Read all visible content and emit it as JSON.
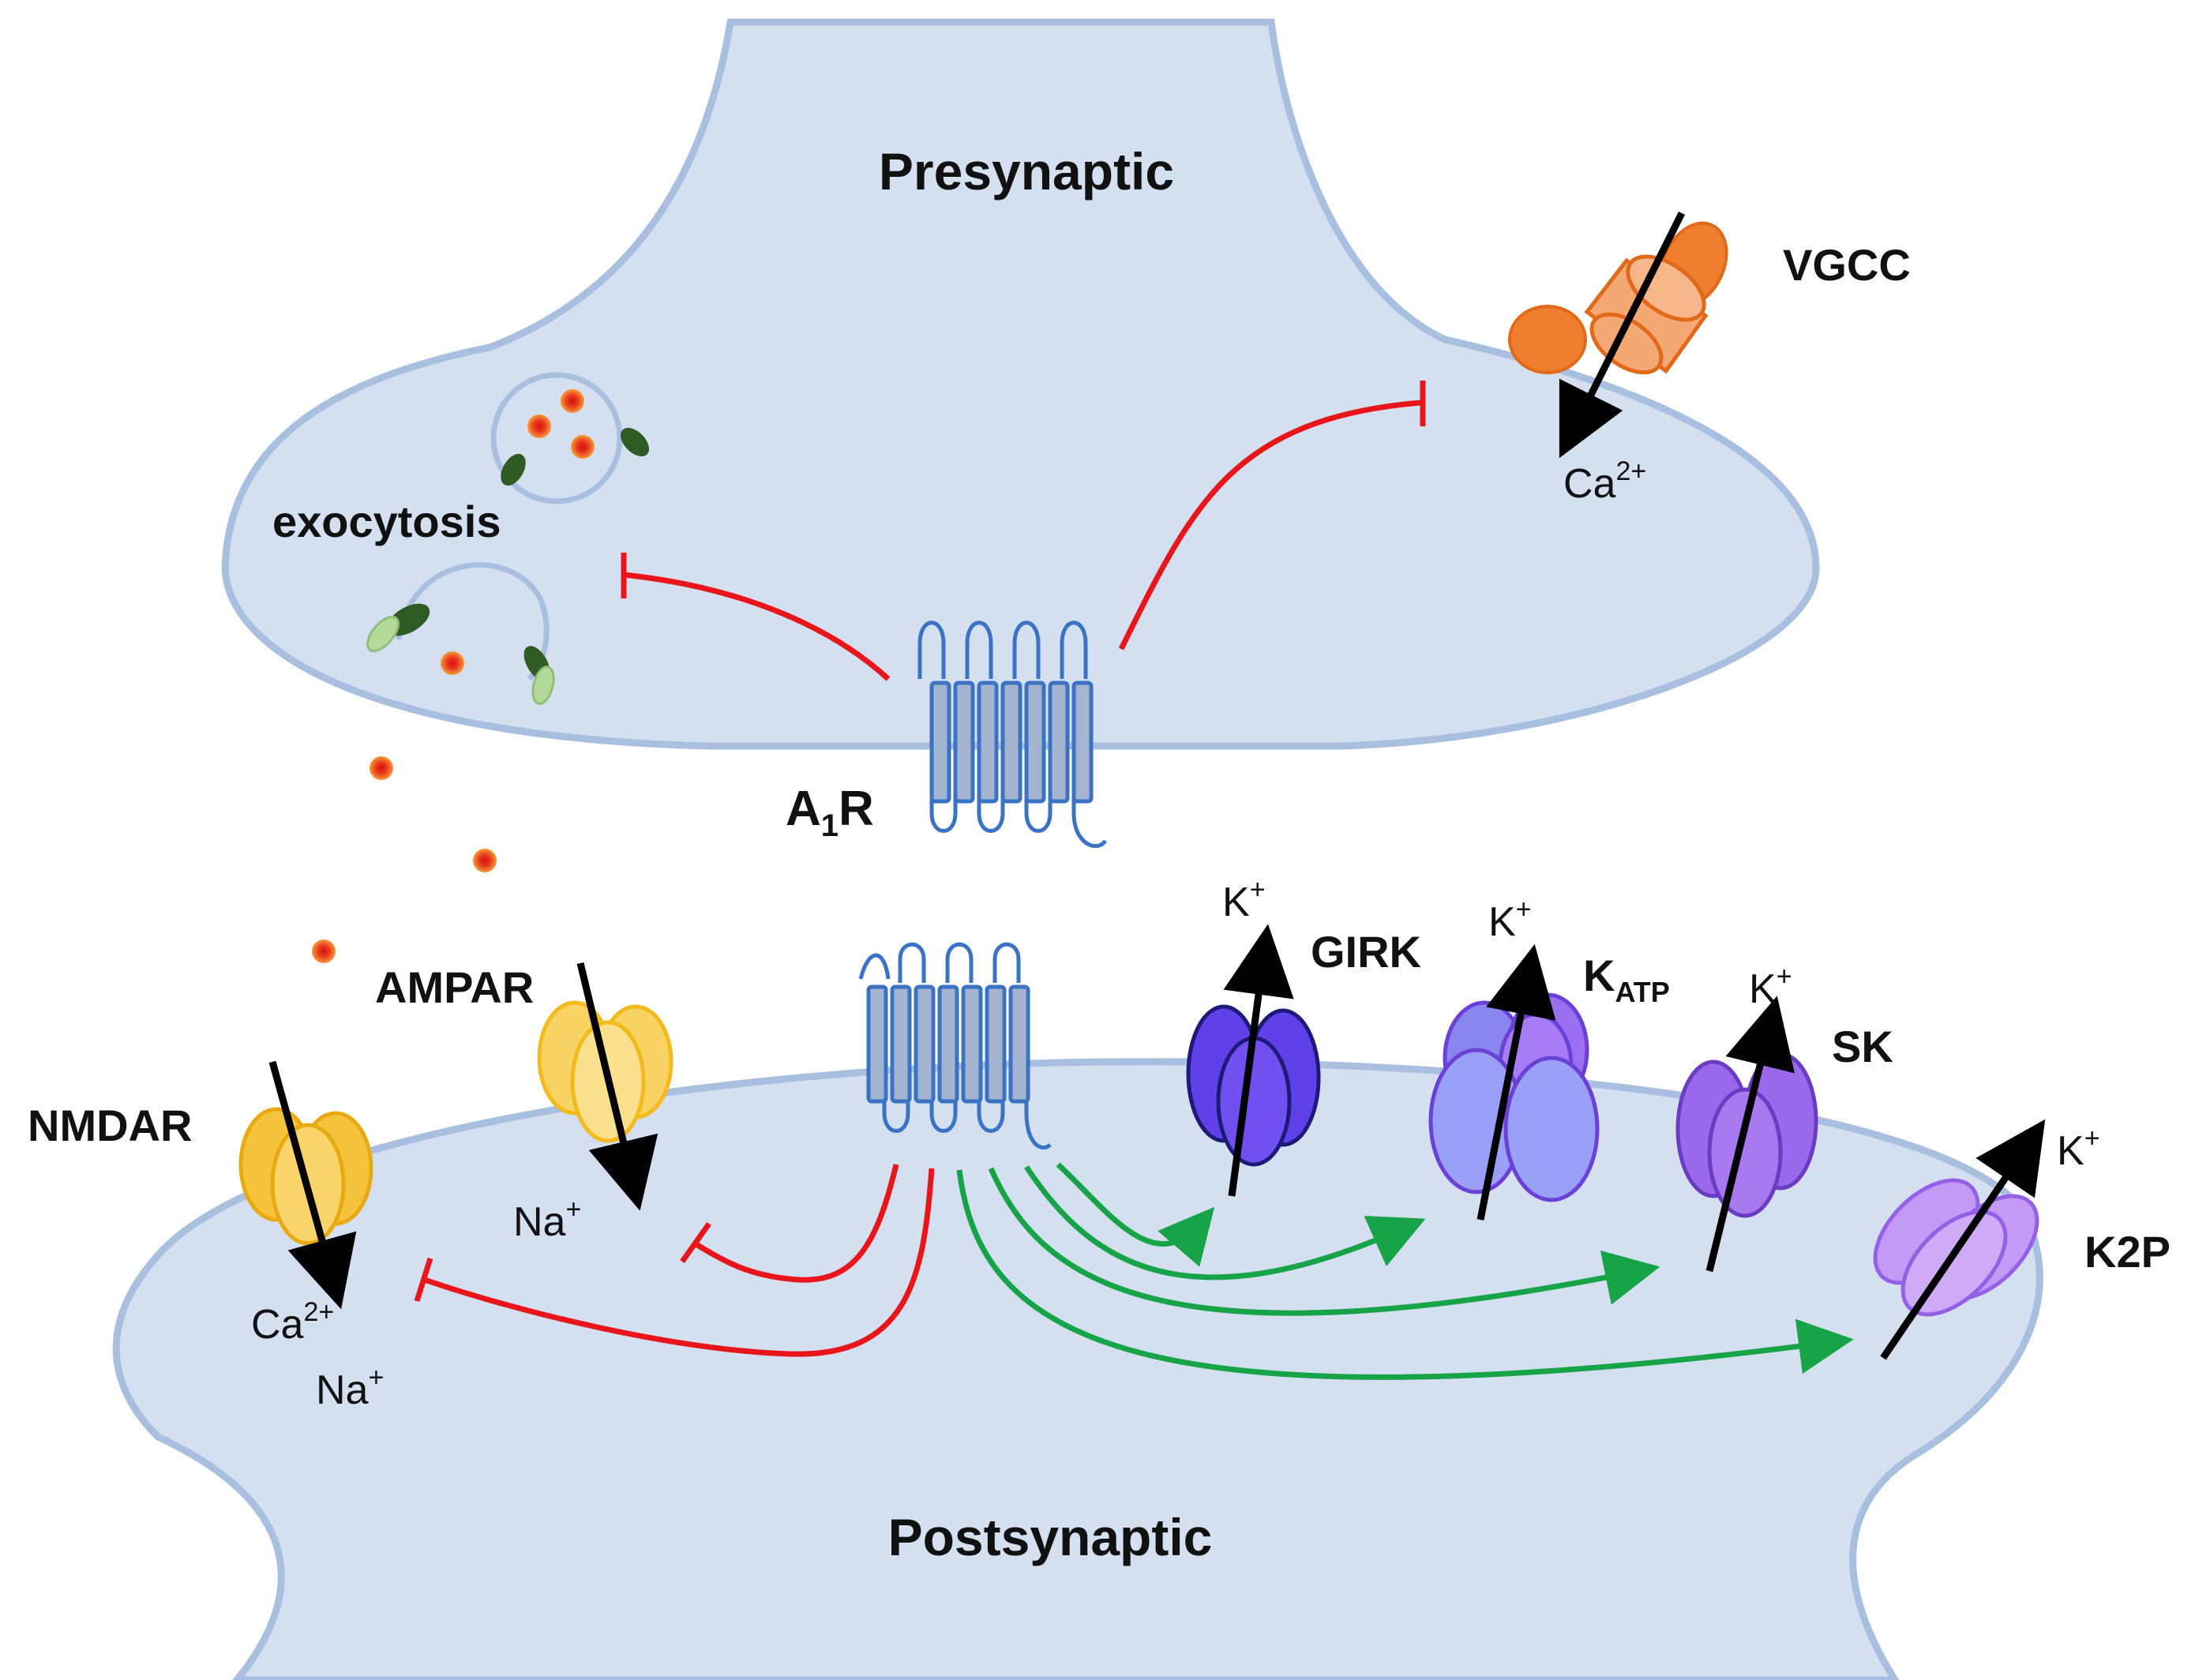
{
  "compartments": {
    "presynaptic": "Presynaptic",
    "postsynaptic": "Postsynaptic"
  },
  "labels": {
    "exocytosis": "exocytosis",
    "vgcc": "VGCC",
    "vgcc_ion": "Ca",
    "vgcc_ion_sup": "2+",
    "a1r_main": "A",
    "a1r_sub": "1",
    "a1r_suffix": "R",
    "nmdar": "NMDAR",
    "nmdar_ion1": "Ca",
    "nmdar_ion1_sup": "2+",
    "nmdar_ion2": "Na",
    "nmdar_ion2_sup": "+",
    "ampar": "AMPAR",
    "ampar_ion": "Na",
    "ampar_ion_sup": "+",
    "girk": "GIRK",
    "girk_ion": "K",
    "girk_ion_sup": "+",
    "katp_main": "K",
    "katp_sub": "ATP",
    "katp_ion": "K",
    "katp_ion_sup": "+",
    "sk": "SK",
    "sk_ion": "K",
    "sk_ion_sup": "+",
    "k2p": "K2P",
    "k2p_ion": "K",
    "k2p_ion_sup": "+"
  },
  "colors": {
    "membrane_fill": "#d4dff0",
    "membrane_stroke": "#a9bfe0",
    "inhibition": "#e8161b",
    "activation": "#17a449",
    "receptor": "#3a73c4",
    "receptor_fill": "#a4b4d0",
    "vgcc": "#f08a3c",
    "glutamate_receptor": "#f6c642",
    "girk": "#6a4df0",
    "katp": "#8f8af2",
    "sk": "#a070ec",
    "k2p": "#c39af5",
    "transmitter": "#f05a28",
    "snare_dark": "#2f5b25",
    "snare_light": "#b5d99a"
  }
}
